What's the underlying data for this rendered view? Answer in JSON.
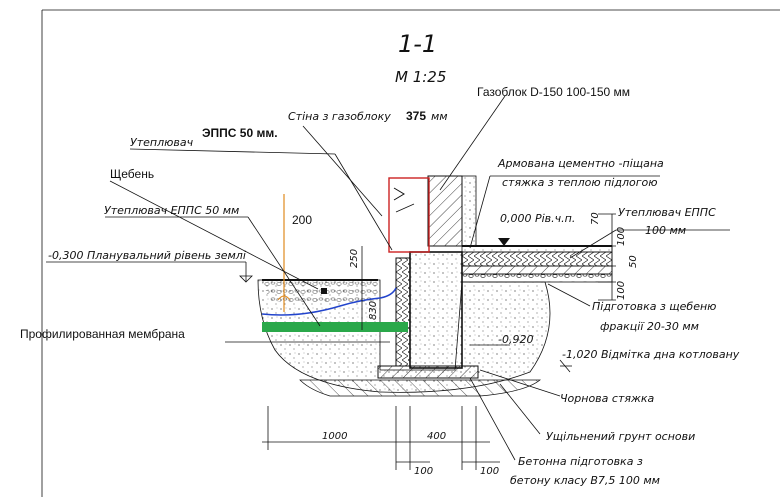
{
  "title": "1-1",
  "scale": "М 1:25",
  "labels": {
    "gazoblok": "Газоблок D-150 100-150 мм",
    "stina": "Стіна з газоблоку",
    "stina_num": "375",
    "stina_unit": "мм",
    "epps50": "ЭППС 50 мм.",
    "uteplyuvach": "Утеплювач",
    "armovana1": "Армована цементно -піщана",
    "armovana2": "стяжка з теплою підлогою",
    "shcheben": "Щебень",
    "riv": "0,000  Рів.ч.п.",
    "uteplyuvach_epps_right1": "Утеплювач ЕППС",
    "uteplyuvach_epps_right2": "100 мм",
    "uteplyuvach_epps_left": "Утеплювач ЕППС 50 мм",
    "num200": "200",
    "planuval": "-0,300 Планувальний рівень землі",
    "pidgotovka1": "Підготовка з щебеню",
    "pidgotovka2": "фракції 20-30 мм",
    "membrana": "Профилированная мембрана",
    "minus0920": "-0,920",
    "minus1020": "-1,020  Відмітка дна котловану",
    "chornova": "Чорнова стяжка",
    "ushchilneniy": "Ущільнений грунт основи",
    "betonna1": "Бетонна підготовка з",
    "betonna2": "бетону класу В7,5 100 мм"
  },
  "dimensions": {
    "d1000": "1000",
    "d400": "400",
    "d100a": "100",
    "d100b": "100",
    "d250": "250",
    "d830": "830",
    "d70": "70",
    "d100v1": "100",
    "d50v": "50",
    "d100v2": "100"
  },
  "colors": {
    "line": "#111111",
    "red_block": "#cc2222",
    "membrane": "#2aa84a",
    "blue_line": "#2244cc",
    "orange": "#e08a1e"
  }
}
